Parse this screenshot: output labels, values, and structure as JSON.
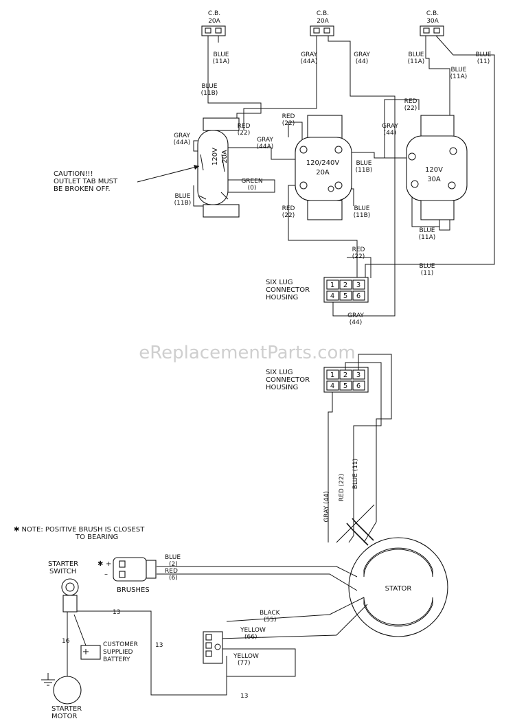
{
  "watermark": "eReplacementParts.com",
  "breakers": [
    {
      "label": "C.B.",
      "rating": "20A"
    },
    {
      "label": "C.B.",
      "rating": "20A"
    },
    {
      "label": "C.B.",
      "rating": "30A"
    }
  ],
  "outlets": {
    "left": {
      "voltage": "120V",
      "amps": "20A"
    },
    "center": {
      "voltage": "120/240V",
      "amps": "20A"
    },
    "right": {
      "voltage": "120V",
      "amps": "30A"
    }
  },
  "caution": [
    "CAUTION!!!",
    "OUTLET TAB MUST",
    "BE BROKEN OFF."
  ],
  "wires": {
    "blue": "BLUE",
    "gray": "GRAY",
    "red": "RED",
    "green": "GREEN",
    "black": "BLACK",
    "yellow": "YELLOW",
    "c11a": "(11A)",
    "c11b": "(11B)",
    "c11": "(11)",
    "c44a": "(44A)",
    "c44": "(44)",
    "c22": "(22)",
    "c0": "(0)",
    "c2": "(2)",
    "c6": "(6)",
    "c55": "(55)",
    "c66": "(66)",
    "c77": "(77)",
    "stator_gray": "GRAY (44)",
    "stator_red": "RED (22)",
    "stator_blue": "BLUE (11)",
    "n13": "13",
    "n16": "16"
  },
  "connector": {
    "title": [
      "SIX LUG",
      "CONNECTOR",
      "HOUSING"
    ],
    "pins": [
      "1",
      "2",
      "3",
      "4",
      "5",
      "6"
    ]
  },
  "note": [
    "✱ NOTE: POSITIVE BRUSH IS CLOSEST",
    "TO BEARING"
  ],
  "components": {
    "starter_switch": [
      "STARTER",
      "SWITCH"
    ],
    "brushes": "BRUSHES",
    "star": "✱",
    "plus": "+",
    "minus": "–",
    "battery": [
      "CUSTOMER",
      "SUPPLIED",
      "BATTERY"
    ],
    "starter_motor": [
      "STARTER",
      "MOTOR"
    ],
    "stator": "STATOR"
  }
}
